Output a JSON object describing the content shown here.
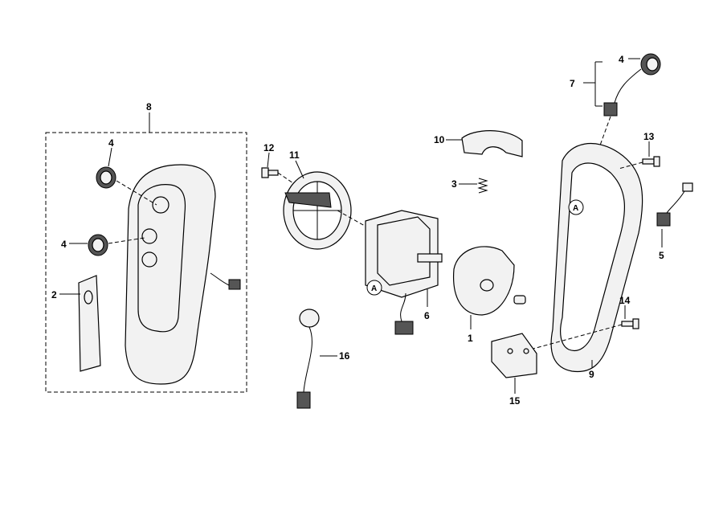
{
  "callouts": {
    "kit_8": "8",
    "button_4_upper": "4",
    "button_4_lower": "4",
    "decal_2": "2",
    "screw_12": "12",
    "wheel_11": "11",
    "cap_10": "10",
    "spring_3": "3",
    "bracket_6": "6",
    "knob_1": "1",
    "harness_16": "16",
    "switch_kit_7": "7",
    "button_4_right": "4",
    "screw_13": "13",
    "connector_5": "5",
    "screw_14": "14",
    "housing_9": "9",
    "plate_15": "15"
  },
  "reference_marks": {
    "a_left": "A",
    "a_right": "A"
  }
}
